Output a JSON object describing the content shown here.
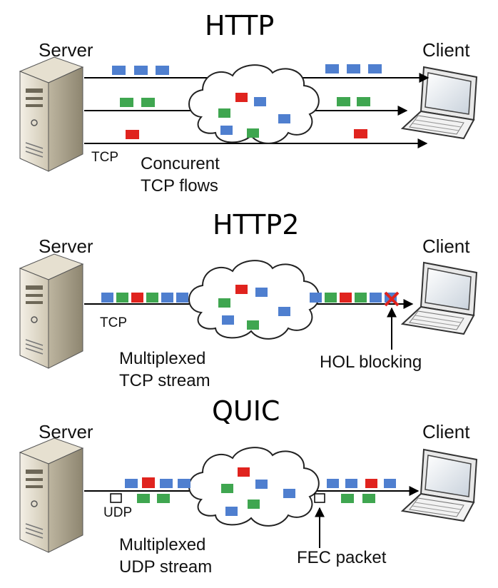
{
  "http": {
    "title": "HTTP",
    "server_label": "Server",
    "client_label": "Client",
    "tcp_label": "TCP",
    "caption_line1": "Concurent",
    "caption_line2": "TCP flows"
  },
  "http2": {
    "title": "HTTP2",
    "server_label": "Server",
    "client_label": "Client",
    "tcp_label": "TCP",
    "caption_line1": "Multiplexed",
    "caption_line2": "TCP stream",
    "blocking_label": "HOL blocking"
  },
  "quic": {
    "title": "QUIC",
    "server_label": "Server",
    "client_label": "Client",
    "udp_label": "UDP",
    "caption_line1": "Multiplexed",
    "caption_line2": "UDP stream",
    "fec_label": "FEC packet"
  },
  "colors": {
    "blue": "#4f7fcf",
    "green": "#3fa650",
    "red": "#e0231e",
    "line": "#000000",
    "blocking_x": "#e0231e"
  },
  "icons": [
    "server-icon",
    "laptop-icon",
    "cloud-icon",
    "blocked-x-icon"
  ]
}
